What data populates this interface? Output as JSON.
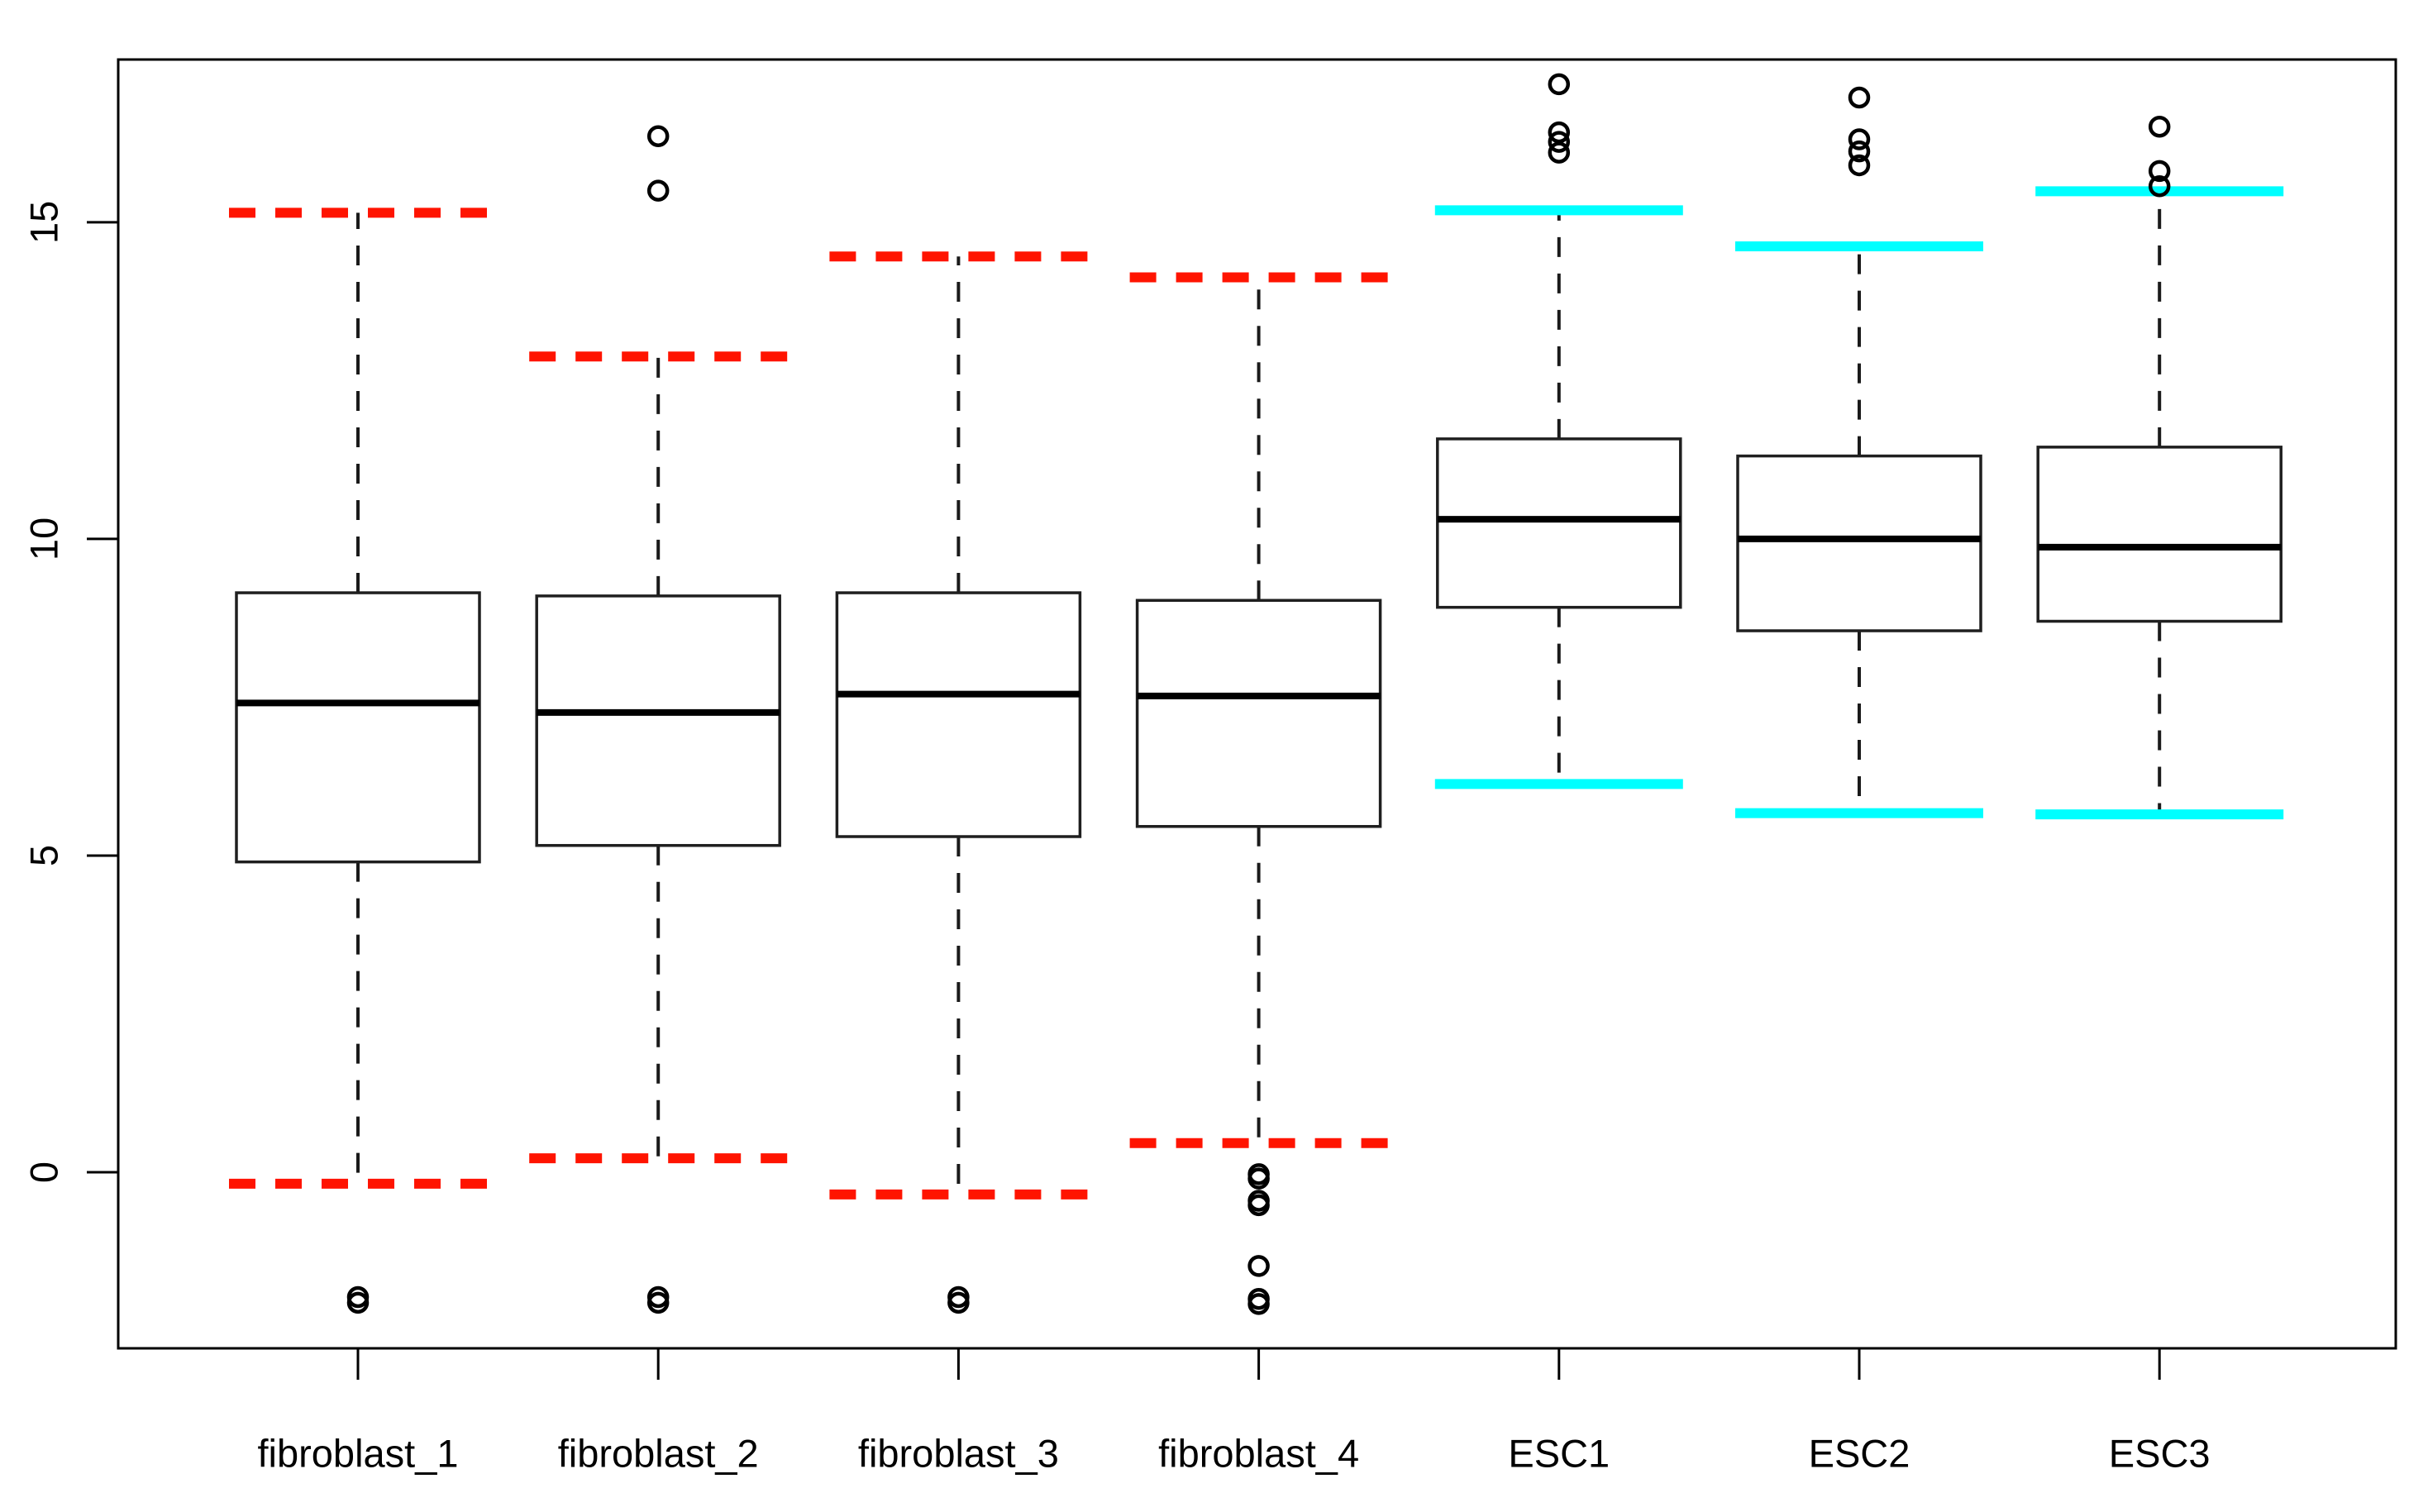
{
  "figure": {
    "background_color": "#ffffff",
    "border_color": "#000000",
    "title": ""
  },
  "chart_data": {
    "type": "boxplot",
    "title": "",
    "xlabel": "",
    "ylabel": "",
    "grid": false,
    "ylim": [
      -2.78,
      17.57
    ],
    "yticks": [
      0,
      5,
      10,
      15
    ],
    "ytick_labels": [
      "0",
      "5",
      "10",
      "15"
    ],
    "categories": [
      "fibroblast_1",
      "fibroblast_2",
      "fibroblast_3",
      "fibroblast_4",
      "ESC1",
      "ESC2",
      "ESC3"
    ],
    "colors": {
      "fibroblast_cap_color": "#ff1400",
      "esc_cap_color": "#00ffff",
      "box_stroke": "#1f1f1f",
      "median_color": "#000000",
      "whisker_color": "#1a1a1a",
      "outlier_color": "#000000"
    },
    "series": [
      {
        "name": "fibroblast_1",
        "group": "fibroblast",
        "whisker_low": -0.18,
        "q1": 4.9,
        "median": 7.41,
        "q3": 9.15,
        "whisker_high": 15.15,
        "outliers": [
          -1.97,
          -2.06
        ],
        "cap_style": "dashed",
        "cap_color": "#ff1400"
      },
      {
        "name": "fibroblast_2",
        "group": "fibroblast",
        "whisker_low": 0.22,
        "q1": 5.16,
        "median": 7.26,
        "q3": 9.1,
        "whisker_high": 12.88,
        "outliers": [
          -1.97,
          -2.06,
          15.5,
          16.36
        ],
        "cap_style": "dashed",
        "cap_color": "#ff1400"
      },
      {
        "name": "fibroblast_3",
        "group": "fibroblast",
        "whisker_low": -0.35,
        "q1": 5.3,
        "median": 7.55,
        "q3": 9.15,
        "whisker_high": 14.46,
        "outliers": [
          -1.97,
          -2.06
        ],
        "cap_style": "dashed",
        "cap_color": "#ff1400"
      },
      {
        "name": "fibroblast_4",
        "group": "fibroblast",
        "whisker_low": 0.46,
        "q1": 5.46,
        "median": 7.52,
        "q3": 9.03,
        "whisker_high": 14.13,
        "outliers": [
          -0.03,
          -0.1,
          -0.45,
          -0.52,
          -1.48,
          -2.0,
          -2.08
        ],
        "cap_style": "dashed",
        "cap_color": "#ff1400"
      },
      {
        "name": "ESC1",
        "group": "ESC",
        "whisker_low": 6.13,
        "q1": 8.92,
        "median": 10.31,
        "q3": 11.58,
        "whisker_high": 15.19,
        "outliers": [
          16.1,
          16.27,
          16.42,
          17.18
        ],
        "cap_style": "solid",
        "cap_color": "#00ffff"
      },
      {
        "name": "ESC2",
        "group": "ESC",
        "whisker_low": 5.67,
        "q1": 8.55,
        "median": 10.0,
        "q3": 11.31,
        "whisker_high": 14.62,
        "outliers": [
          15.9,
          16.12,
          16.31,
          16.97
        ],
        "cap_style": "solid",
        "cap_color": "#00ffff"
      },
      {
        "name": "ESC3",
        "group": "ESC",
        "whisker_low": 5.65,
        "q1": 8.7,
        "median": 9.87,
        "q3": 11.45,
        "whisker_high": 15.49,
        "outliers": [
          15.57,
          15.81,
          16.51
        ],
        "cap_style": "solid",
        "cap_color": "#00ffff"
      }
    ]
  }
}
